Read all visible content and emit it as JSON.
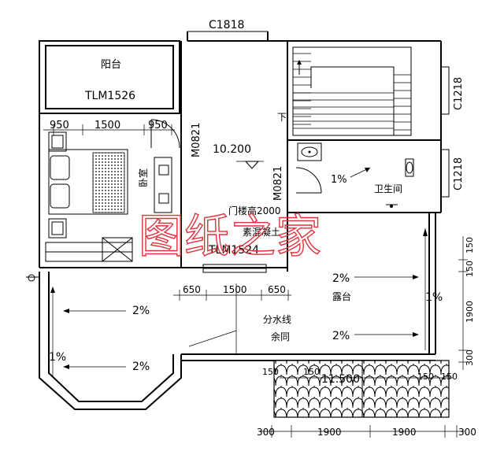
{
  "labels": {
    "window_top": "C1818",
    "balcony": "阳台",
    "balcony_door": "TLM1526",
    "dim_bed_left": "950",
    "dim_bed_mid": "1500",
    "dim_bed_right": "950",
    "door_m0821_a": "M0821",
    "elevation": "10.200",
    "stair_down": "下",
    "window_right_a": "C1218",
    "window_right_b": "C1218",
    "bath_slope": "1%",
    "bathroom": "卫生间",
    "door_m0821_b": "M0821",
    "bedroom": "卧室",
    "door_height_note": "门楼高2000",
    "concrete_note": "素混凝土",
    "tlm1524": "TLM1524",
    "terrace": "露台",
    "terrace_slope_top": "2%",
    "terrace_slope_bottom": "2%",
    "terrace_slope_right": "1%",
    "dim_mid_left": "650",
    "dim_mid_mid": "1500",
    "dim_mid_right": "650",
    "left_slope_top": "2%",
    "left_slope_bottom": "2%",
    "left_slope_side": "1%",
    "water_line": "分水线",
    "same_note": "余同",
    "dim_right_150a": "150",
    "dim_right_150b": "150",
    "dim_right_1900": "1900",
    "dim_right_300": "300",
    "roof_dim_150a": "150",
    "roof_dim_150b": "150",
    "roof_dim_11500": "11.500",
    "roof_dim_150c": "150",
    "roof_dim_150d": "150",
    "bottom_300_left": "300",
    "bottom_1900_a": "1900",
    "bottom_1900_b": "1900",
    "bottom_300_right": "300",
    "watermark": "图纸之家"
  }
}
